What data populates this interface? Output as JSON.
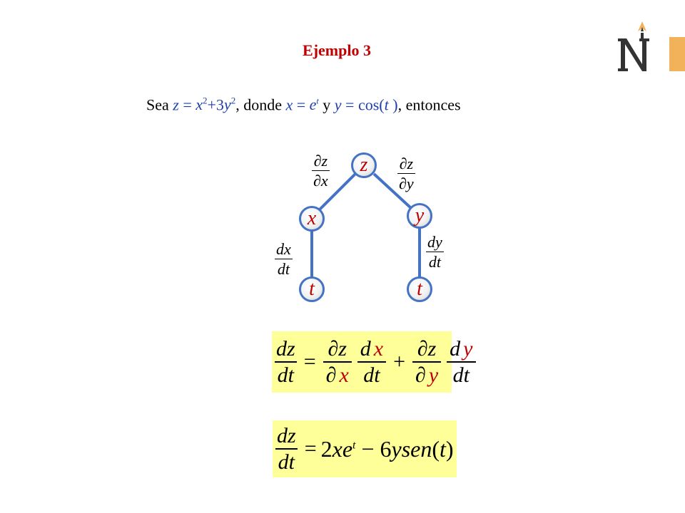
{
  "title": "Ejemplo 3",
  "statement": {
    "sea": "Sea",
    "z": "z",
    "eq1": "=",
    "x": "x",
    "sq1": "2",
    "plus3": "+3",
    "y": "y",
    "sq2": "2",
    "comma_donde": ", donde",
    "x2": "x",
    "eq2": "=",
    "e": "e",
    "t_exp": "t",
    "conj_y": "y",
    "y2": "y",
    "eq3": "=",
    "cos": "cos(",
    "t": "t",
    "close": ")",
    "entonces": ", entonces"
  },
  "tree": {
    "nodes": {
      "z": "z",
      "x": "x",
      "y": "y",
      "t_left": "t",
      "t_right": "t"
    },
    "edge_labels": {
      "dz_dx": {
        "num": "∂z",
        "den": "∂x"
      },
      "dz_dy": {
        "num": "∂z",
        "den": "∂y"
      },
      "dx_dt": {
        "num": "dx",
        "den": "dt"
      },
      "dy_dt": {
        "num": "dy",
        "den": "dt"
      }
    },
    "colors": {
      "edge": "#4472c4",
      "node_text": "#c00000"
    }
  },
  "formula1": {
    "lhs": {
      "num": "dz",
      "den": "dt"
    },
    "eq": "=",
    "t1a": {
      "num_a": "∂z",
      "den_a": "∂",
      "den_b": "x"
    },
    "t1b": {
      "num_a": "d",
      "num_b": "x",
      "den": "dt"
    },
    "plus": "+",
    "t2a": {
      "num_a": "∂z",
      "den_a": "∂",
      "den_b": "y"
    },
    "t2b": {
      "num_a": "d",
      "num_b": "y",
      "den": "dt"
    }
  },
  "formula2": {
    "lhs": {
      "num": "dz",
      "den": "dt"
    },
    "eq": "=",
    "two": "2",
    "xe": "xe",
    "t_exp": "t",
    "minus6": " − 6",
    "ysen": "ysen",
    "paren_open": "(",
    "t": "t",
    "paren_close": ")"
  },
  "colors": {
    "title": "#c00000",
    "highlight_box": "#ffff99",
    "logo_accent": "#f2b25a"
  }
}
